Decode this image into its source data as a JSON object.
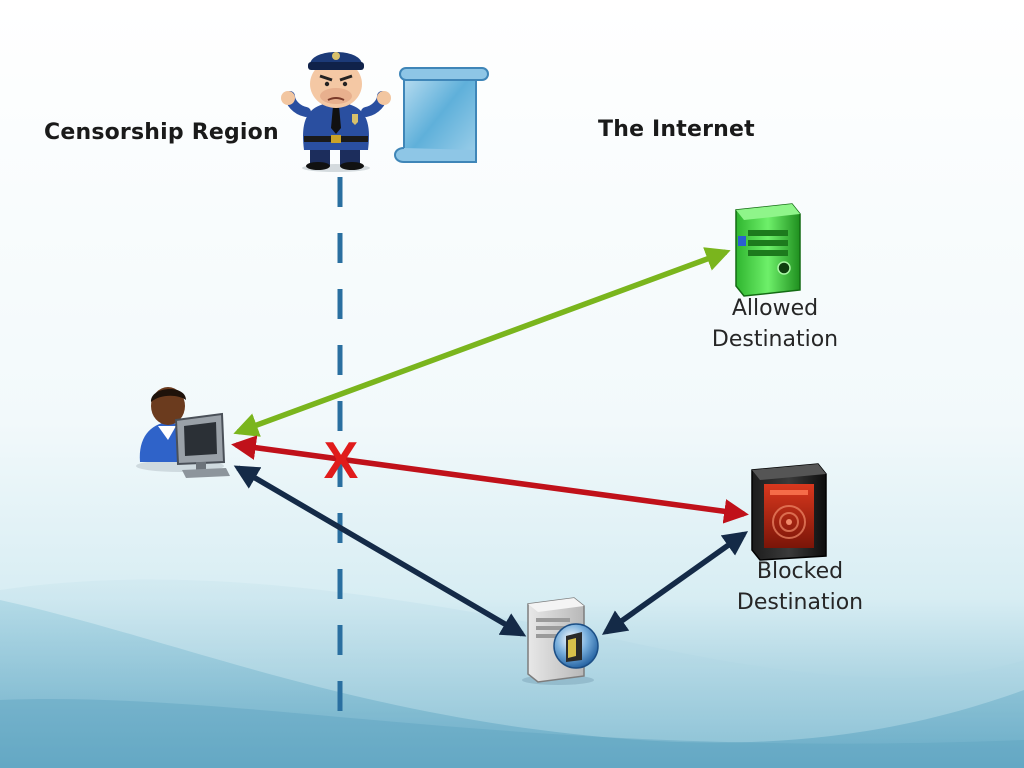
{
  "regions": {
    "censorship_label": "Censorship Region",
    "internet_label": "The Internet"
  },
  "destinations": {
    "allowed": {
      "line1": "Allowed",
      "line2": "Destination"
    },
    "blocked": {
      "line1": "Blocked",
      "line2": "Destination"
    }
  },
  "colors": {
    "allowed_arrow": "#7ab51d",
    "blocked_arrow": "#c0111a",
    "proxy_arrow": "#142a47",
    "boundary_line": "#2a6fa0",
    "block_mark": "#e01b1b"
  },
  "icons": {
    "censor": "police-officer-icon",
    "policy": "scroll-icon",
    "user": "user-at-computer-icon",
    "allowed_server": "green-server-tower-icon",
    "blocked_server": "black-red-server-tower-icon",
    "proxy": "proxy-server-icon",
    "block_mark": "x-mark-icon"
  },
  "block_mark_text": "X"
}
